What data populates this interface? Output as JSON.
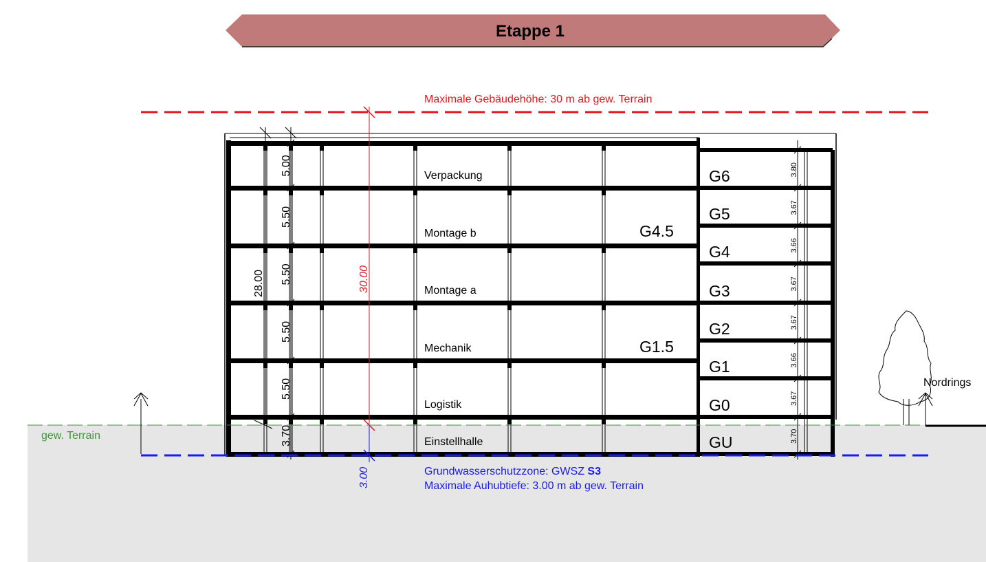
{
  "banner": {
    "title": "Etappe 1"
  },
  "max_height_label": "Maximale Gebäudehöhe: 30 m ab gew. Terrain",
  "groundwater": {
    "line1_prefix": "Grundwasserschutzzone: GWSZ ",
    "line1_zone": "S3",
    "line2": "Maximale Auhubtiefe: 3.00 m ab gew. Terrain"
  },
  "terrain_label": "gew. Terrain",
  "street_label": "Nordrings",
  "dim_total_height": "30.00",
  "dim_depth": "3.00",
  "dim_building_height": "28.00",
  "floors": [
    {
      "name": "Verpackung",
      "height": "5.00"
    },
    {
      "name": "Montage b",
      "height": "5.50"
    },
    {
      "name": "Montage a",
      "height": "5.50"
    },
    {
      "name": "Mechanik",
      "height": "5.50"
    },
    {
      "name": "Logistik",
      "height": "5.50"
    },
    {
      "name": "Einstellhalle",
      "height": "3.70"
    }
  ],
  "mezzanine_labels": [
    "G4.5",
    "G1.5"
  ],
  "side_floors": [
    {
      "name": "G6",
      "height": "3.80"
    },
    {
      "name": "G5",
      "height": "3.67"
    },
    {
      "name": "G4",
      "height": "3.66"
    },
    {
      "name": "G3",
      "height": "3.67"
    },
    {
      "name": "G2",
      "height": "3.67"
    },
    {
      "name": "G1",
      "height": "3.66"
    },
    {
      "name": "G0",
      "height": "3.67"
    },
    {
      "name": "GU",
      "height": "3.70"
    }
  ],
  "colors": {
    "banner_fill": "#c07a79",
    "max_height_red": "#e8141c",
    "groundwater_blue": "#1b1bf0",
    "terrain_green": "#3a9a2e",
    "ground_fill": "#e6e6e6"
  }
}
